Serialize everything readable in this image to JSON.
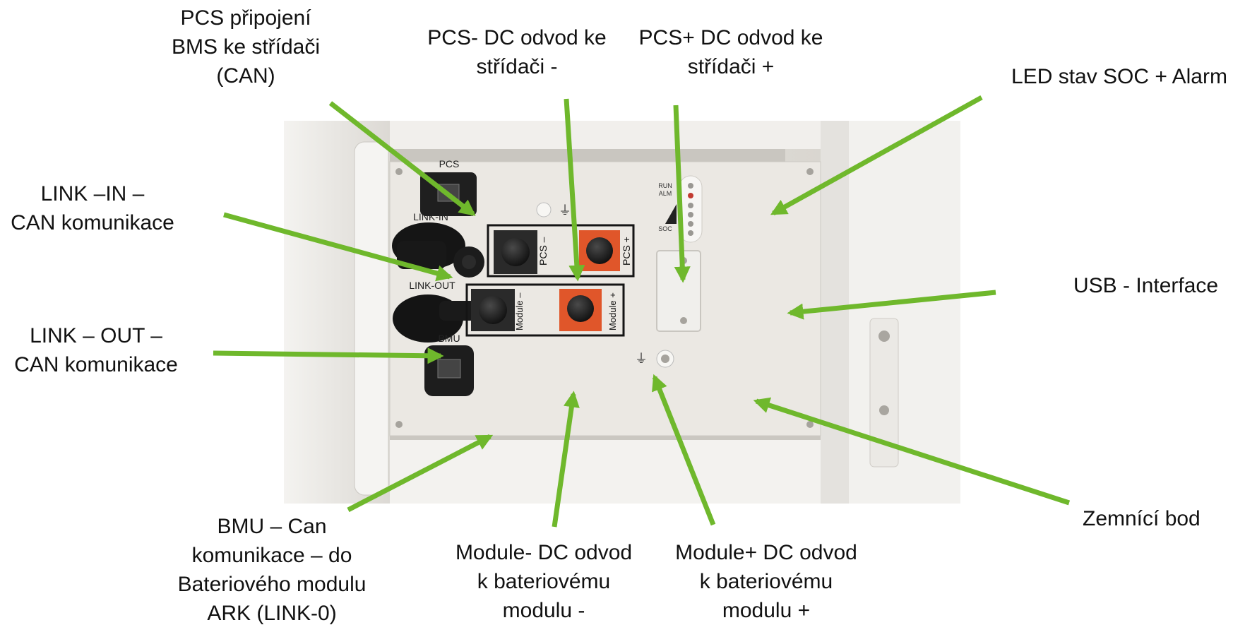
{
  "labels": {
    "pcs_bms": [
      "PCS připojení",
      "BMS ke střídači",
      "(CAN)"
    ],
    "pcs_minus": [
      "PCS- DC odvod ke",
      "střídači -"
    ],
    "pcs_plus": [
      "PCS+ DC odvod ke",
      "střídači +"
    ],
    "led": [
      "LED stav SOC + Alarm"
    ],
    "link_in": [
      "LINK –IN –",
      "CAN komunikace"
    ],
    "link_out": [
      "LINK – OUT –",
      "CAN komunikace"
    ],
    "usb": [
      "USB - Interface"
    ],
    "ground": [
      "Zemnící bod"
    ],
    "bmu": [
      "BMU – Can",
      "komunikace – do",
      "Bateriového modulu",
      "ARK (LINK-0)"
    ],
    "module_minus": [
      "Module- DC odvod",
      "k bateriovému",
      "modulu -"
    ],
    "module_plus": [
      "Module+ DC odvod",
      "k bateriovému",
      "modulu +"
    ]
  },
  "panel_text": {
    "pcs": "PCS",
    "link_in": "LINK-IN",
    "link_out": "LINK-OUT",
    "bmu": "BMU",
    "pcs_minus_term": "PCS –",
    "pcs_plus_term": "PCS +",
    "module_minus_term": "Module –",
    "module_plus_term": "Module +",
    "run": "RUN",
    "alm": "ALM",
    "soc": "SOC",
    "ground_symbol": "⏚"
  },
  "colors": {
    "arrow": "#6fb82c",
    "panel": "#ece9e4",
    "enclosure": "#d8d5cf",
    "connector": "#1b1b1b",
    "terminal_orange": "#e0562a",
    "border_black": "#141414"
  }
}
